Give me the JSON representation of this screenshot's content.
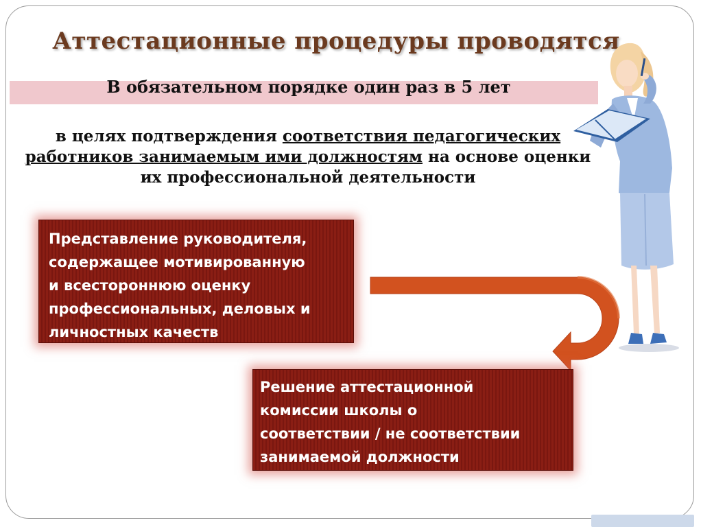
{
  "slide": {
    "title": "Аттестационные процедуры проводятся",
    "frequency": "В обязательном порядке один раз в 5 лет",
    "purpose": {
      "part1": "в целях подтверждения ",
      "part2_underlined": "соответствия педагогических работников занимаемым ими должностям",
      "part3": " на основе оценки их профессиональной деятельности"
    },
    "step1": {
      "lines": [
        "Представление  руководителя,",
        "содержащее мотивированную",
        "и всестороннюю оценку",
        "профессиональных, деловых и",
        "личностных качеств"
      ]
    },
    "step2": {
      "lines": [
        "Решение аттестационной",
        "комиссии школы о",
        "соответствии / не соответствии",
        "занимаемой должности"
      ]
    }
  },
  "colors": {
    "title": "#6b3a1f",
    "band": "#f0c8cd",
    "card": "#8a1e14",
    "arrow": "#d2521f"
  },
  "icons": {
    "flow_arrow": "curved-arrow-icon",
    "figure": "teacher-illustration"
  }
}
